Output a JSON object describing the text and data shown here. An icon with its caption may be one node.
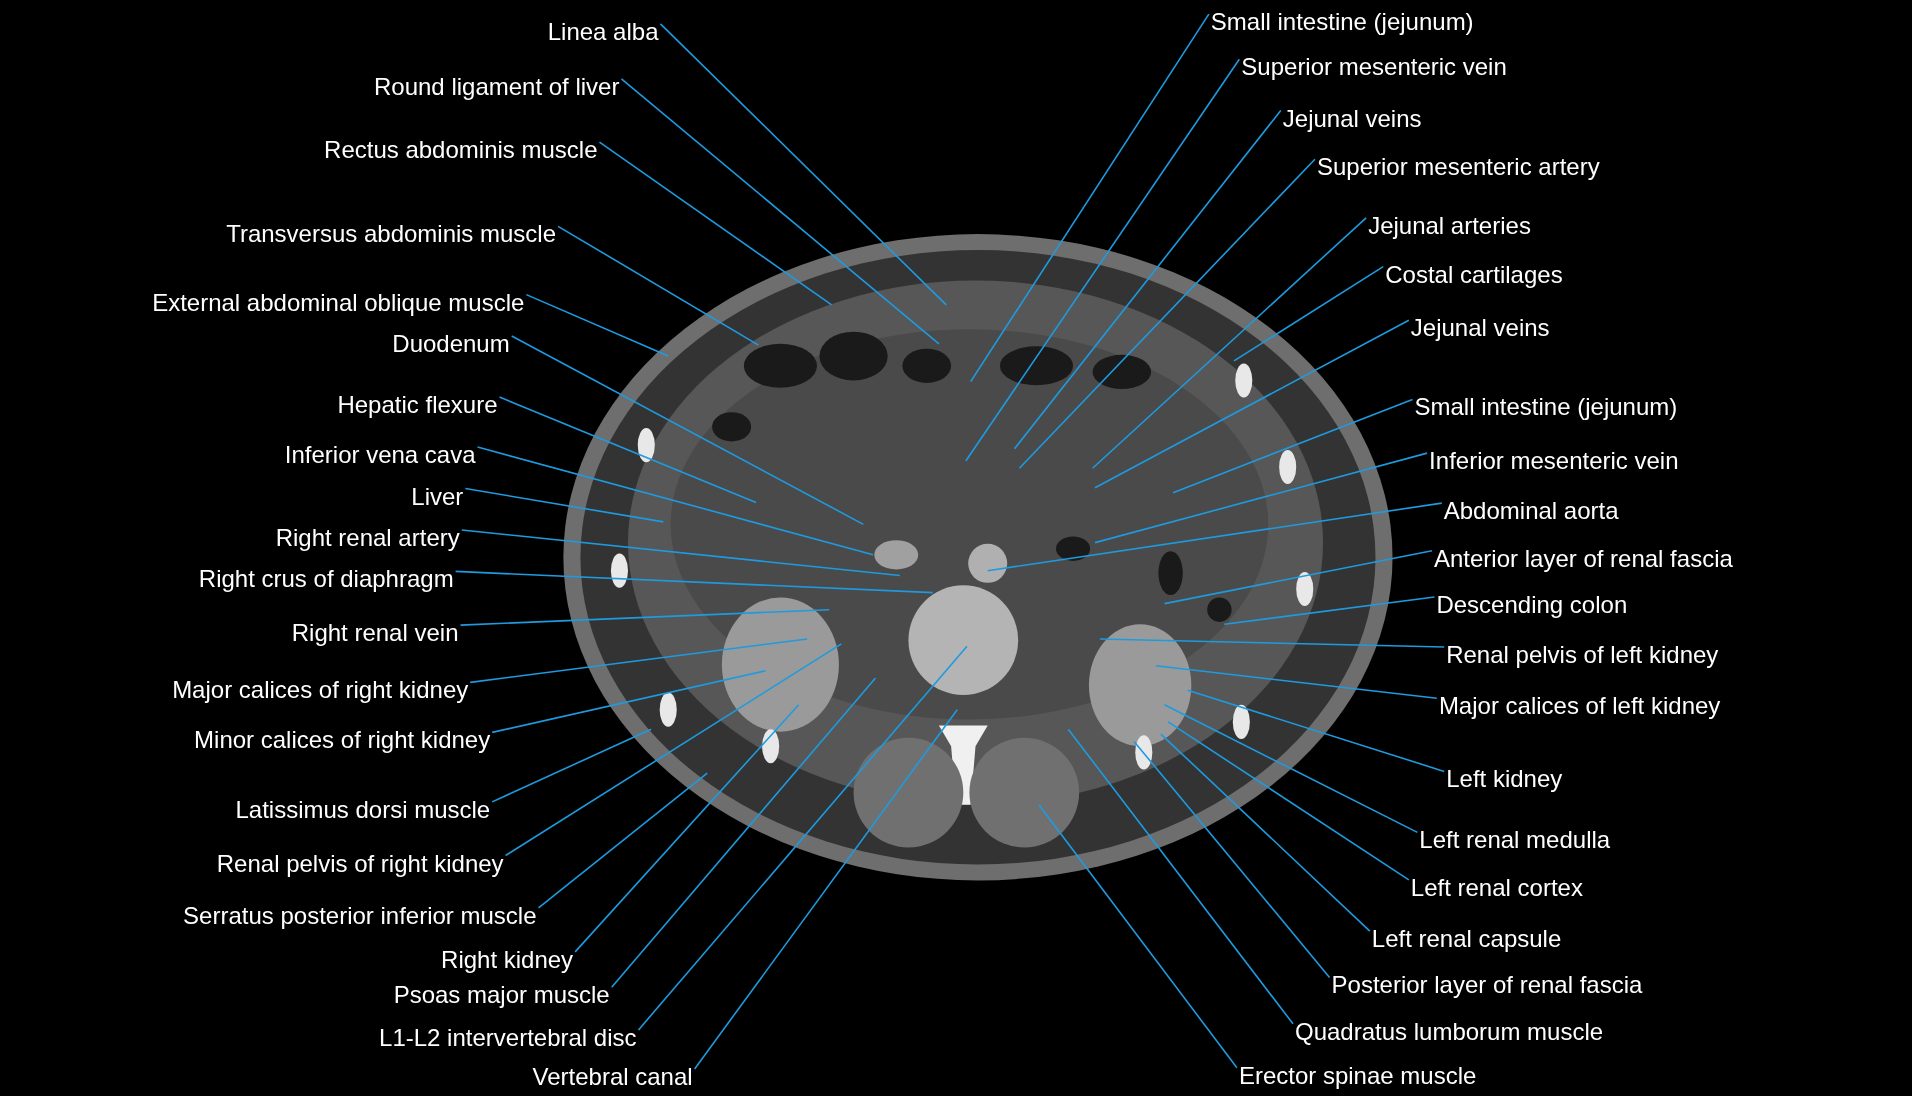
{
  "diagram": {
    "nodes": [
      {
        "text": [
          "Linea alba"
        ]
      },
      {
        "text": [
          "Round ligament of liver"
        ]
      },
      {
        "text": [
          "Rectus abdominis muscle"
        ]
      },
      {
        "text": [
          "Transversus abdominis muscle"
        ]
      },
      {
        "text": [
          "External abdominal oblique muscle"
        ]
      },
      {
        "text": [
          "Duodenum"
        ]
      },
      {
        "text": [
          "Hepatic flexure"
        ]
      },
      {
        "text": [
          "Inferior vena cava"
        ]
      },
      {
        "text": [
          "Liver"
        ]
      },
      {
        "text": [
          "Right renal artery"
        ]
      },
      {
        "text": [
          "Right crus of diaphragm"
        ]
      },
      {
        "text": [
          "Right renal vein"
        ]
      },
      {
        "text": [
          "Major calices of right kidney"
        ]
      },
      {
        "text": [
          "Minor calices of right kidney"
        ]
      },
      {
        "text": [
          "Latissimus dorsi muscle"
        ]
      },
      {
        "text": [
          "Renal pelvis of right kidney"
        ]
      },
      {
        "text": [
          "Serratus posterior inferior muscle"
        ]
      },
      {
        "text": [
          "Right kidney"
        ]
      },
      {
        "text": [
          "Psoas major muscle"
        ]
      },
      {
        "text": [
          "L1-L2 intervertebral disc"
        ]
      },
      {
        "text": [
          "Vertebral canal"
        ]
      },
      {
        "text": [
          "Small intestine (jejunum)"
        ]
      },
      {
        "text": [
          "Superior mesenteric vein"
        ]
      },
      {
        "text": [
          "Jejunal veins"
        ]
      },
      {
        "text": [
          "Superior mesenteric artery"
        ]
      },
      {
        "text": [
          "Jejunal arteries"
        ]
      },
      {
        "text": [
          "Costal cartilages"
        ]
      },
      {
        "text": [
          "Jejunal veins"
        ]
      },
      {
        "text": [
          "Small intestine (jejunum)"
        ]
      },
      {
        "text": [
          "Inferior mesenteric vein"
        ]
      },
      {
        "text": [
          "Abdominal aorta"
        ]
      },
      {
        "text": [
          "Anterior layer of renal fascia"
        ]
      },
      {
        "text": [
          "Descending colon"
        ]
      },
      {
        "text": [
          "Renal pelvis of left kidney"
        ]
      },
      {
        "text": [
          "Major calices of left kidney"
        ]
      },
      {
        "text": [
          "Left kidney"
        ]
      },
      {
        "text": [
          "Left renal medulla"
        ]
      },
      {
        "text": [
          "Left renal cortex"
        ]
      },
      {
        "text": [
          "Left renal capsule"
        ]
      },
      {
        "text": [
          "Posterior layer of renal fascia"
        ]
      },
      {
        "text": [
          "Quadratus lumborum muscle"
        ]
      },
      {
        "text": [
          "Erector spinae muscle"
        ]
      }
    ],
    "edges": [
      {
        "from": 0,
        "to": null,
        "arrow": "none"
      },
      {
        "from": 1,
        "to": null,
        "arrow": "none"
      },
      {
        "from": 2,
        "to": null,
        "arrow": "none"
      },
      {
        "from": 3,
        "to": null,
        "arrow": "none"
      },
      {
        "from": 4,
        "to": null,
        "arrow": "none"
      },
      {
        "from": 5,
        "to": null,
        "arrow": "none"
      },
      {
        "from": 6,
        "to": null,
        "arrow": "none"
      },
      {
        "from": 7,
        "to": null,
        "arrow": "none"
      },
      {
        "from": 8,
        "to": null,
        "arrow": "none"
      },
      {
        "from": 9,
        "to": null,
        "arrow": "none"
      },
      {
        "from": 10,
        "to": null,
        "arrow": "none"
      },
      {
        "from": 11,
        "to": null,
        "arrow": "none"
      },
      {
        "from": 12,
        "to": null,
        "arrow": "none"
      },
      {
        "from": 13,
        "to": null,
        "arrow": "none"
      },
      {
        "from": 14,
        "to": null,
        "arrow": "none"
      },
      {
        "from": 15,
        "to": null,
        "arrow": "none"
      },
      {
        "from": 16,
        "to": null,
        "arrow": "none"
      },
      {
        "from": 17,
        "to": null,
        "arrow": "none"
      },
      {
        "from": 18,
        "to": null,
        "arrow": "none"
      },
      {
        "from": 19,
        "to": null,
        "arrow": "none"
      },
      {
        "from": 20,
        "to": null,
        "arrow": "none"
      },
      {
        "from": 21,
        "to": null,
        "arrow": "none"
      },
      {
        "from": 22,
        "to": null,
        "arrow": "none"
      },
      {
        "from": 23,
        "to": null,
        "arrow": "none"
      },
      {
        "from": 24,
        "to": null,
        "arrow": "none"
      },
      {
        "from": 25,
        "to": null,
        "arrow": "none"
      },
      {
        "from": 26,
        "to": null,
        "arrow": "none"
      },
      {
        "from": 27,
        "to": null,
        "arrow": "none"
      },
      {
        "from": 28,
        "to": null,
        "arrow": "none"
      },
      {
        "from": 29,
        "to": null,
        "arrow": "none"
      },
      {
        "from": 30,
        "to": null,
        "arrow": "none"
      },
      {
        "from": 31,
        "to": null,
        "arrow": "none"
      },
      {
        "from": 32,
        "to": null,
        "arrow": "none"
      },
      {
        "from": 33,
        "to": null,
        "arrow": "none"
      },
      {
        "from": 34,
        "to": null,
        "arrow": "none"
      },
      {
        "from": 35,
        "to": null,
        "arrow": "none"
      },
      {
        "from": 36,
        "to": null,
        "arrow": "none"
      },
      {
        "from": 37,
        "to": null,
        "arrow": "none"
      },
      {
        "from": 38,
        "to": null,
        "arrow": "none"
      },
      {
        "from": 39,
        "to": null,
        "arrow": "none"
      },
      {
        "from": 40,
        "to": null,
        "arrow": "none"
      },
      {
        "from": 41,
        "to": null,
        "arrow": "none"
      }
    ]
  }
}
